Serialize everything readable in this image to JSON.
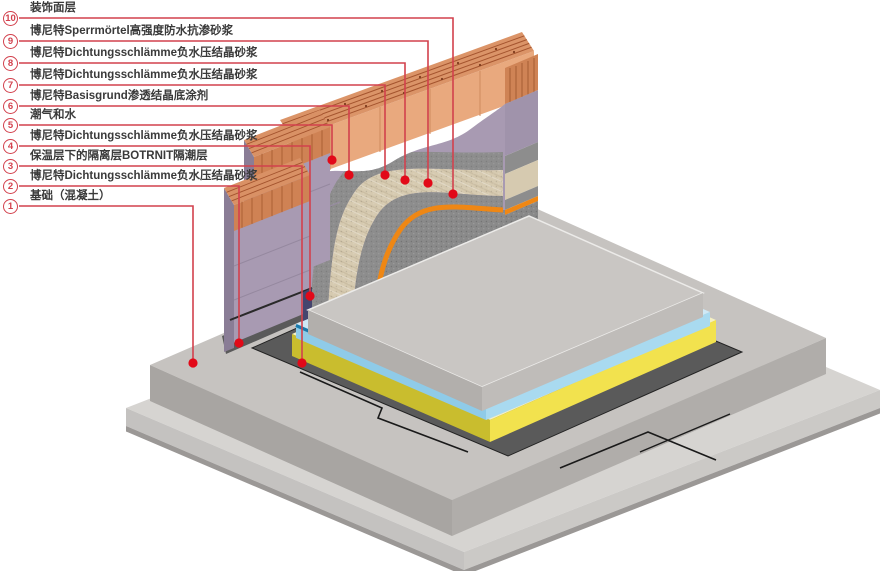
{
  "callouts": [
    {
      "number": "10",
      "label": "装饰面层"
    },
    {
      "number": "9",
      "label": "博尼特Sperrmörtel高强度防水抗渗砂浆"
    },
    {
      "number": "8",
      "label": "博尼特Dichtungsschlämme负水压结晶砂浆"
    },
    {
      "number": "7",
      "label": "博尼特Dichtungsschlämme负水压结晶砂浆"
    },
    {
      "number": "6",
      "label": "博尼特Basisgrund渗透结晶底涂剂"
    },
    {
      "number": "5",
      "label": "潮气和水"
    },
    {
      "number": "4",
      "label": "博尼特Dichtungsschlämme负水压结晶砂浆"
    },
    {
      "number": "3",
      "label": "保温层下的隔离层BOTRNIT隔潮层"
    },
    {
      "number": "2",
      "label": "博尼特Dichtungsschlämme负水压结晶砂浆"
    },
    {
      "number": "1",
      "label": "基础（混凝土）"
    }
  ],
  "colors": {
    "accent_red": "#d2414d",
    "marker_dot_red": "#e20918",
    "label_text": "#3a3a3a",
    "brick_terracotta": "#db9468",
    "brick_face_salmon": "#e9a97e",
    "masonry_purple": "#a89ab2",
    "coating_gray": "#8d8d8d",
    "levelling_beige": "#d6cab0",
    "membrane_orange": "#ef8714",
    "isolation_sheet_dark": "#5a5a5a",
    "insulation_yellow": "#f2e24e",
    "insulation_blue": "#a9daf0",
    "screed_gray": "#c9c6c3",
    "foundation_gray": "#c6c3c0"
  }
}
